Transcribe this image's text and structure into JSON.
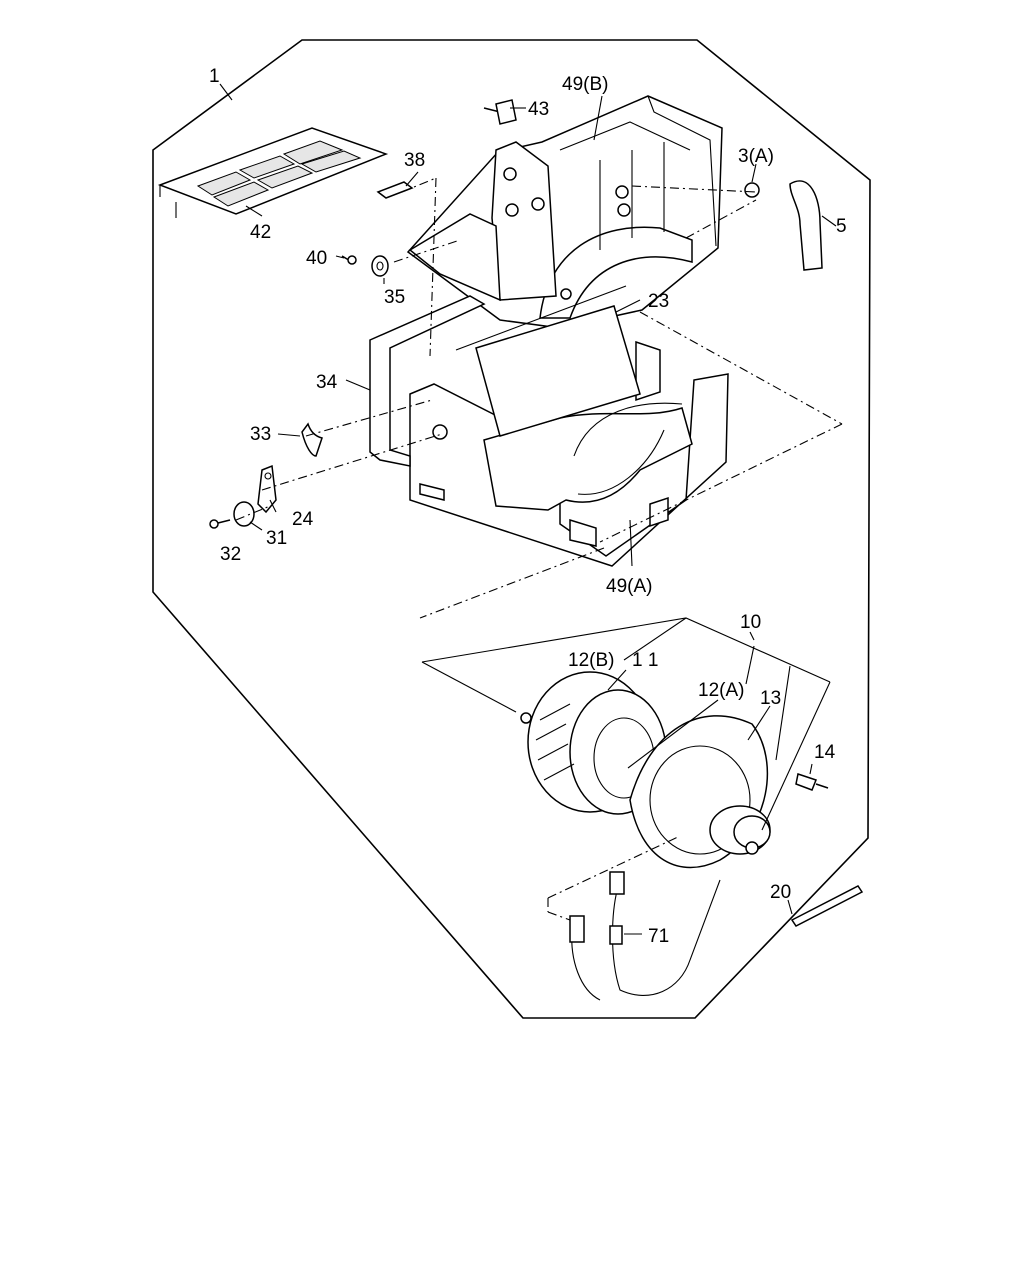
{
  "callouts": {
    "c1": "1",
    "c49b": "49(B)",
    "c43": "43",
    "c38": "38",
    "c3a": "3(A)",
    "c5": "5",
    "c42": "42",
    "c40": "40",
    "c35": "35",
    "c23": "23",
    "c34": "34",
    "c33": "33",
    "c24": "24",
    "c31": "31",
    "c32": "32",
    "c49a": "49(A)",
    "c10": "10",
    "c12b": "12(B)",
    "c11": "1 1",
    "c12a": "12(A)",
    "c13": "13",
    "c14": "14",
    "c20": "20",
    "c71": "71"
  }
}
